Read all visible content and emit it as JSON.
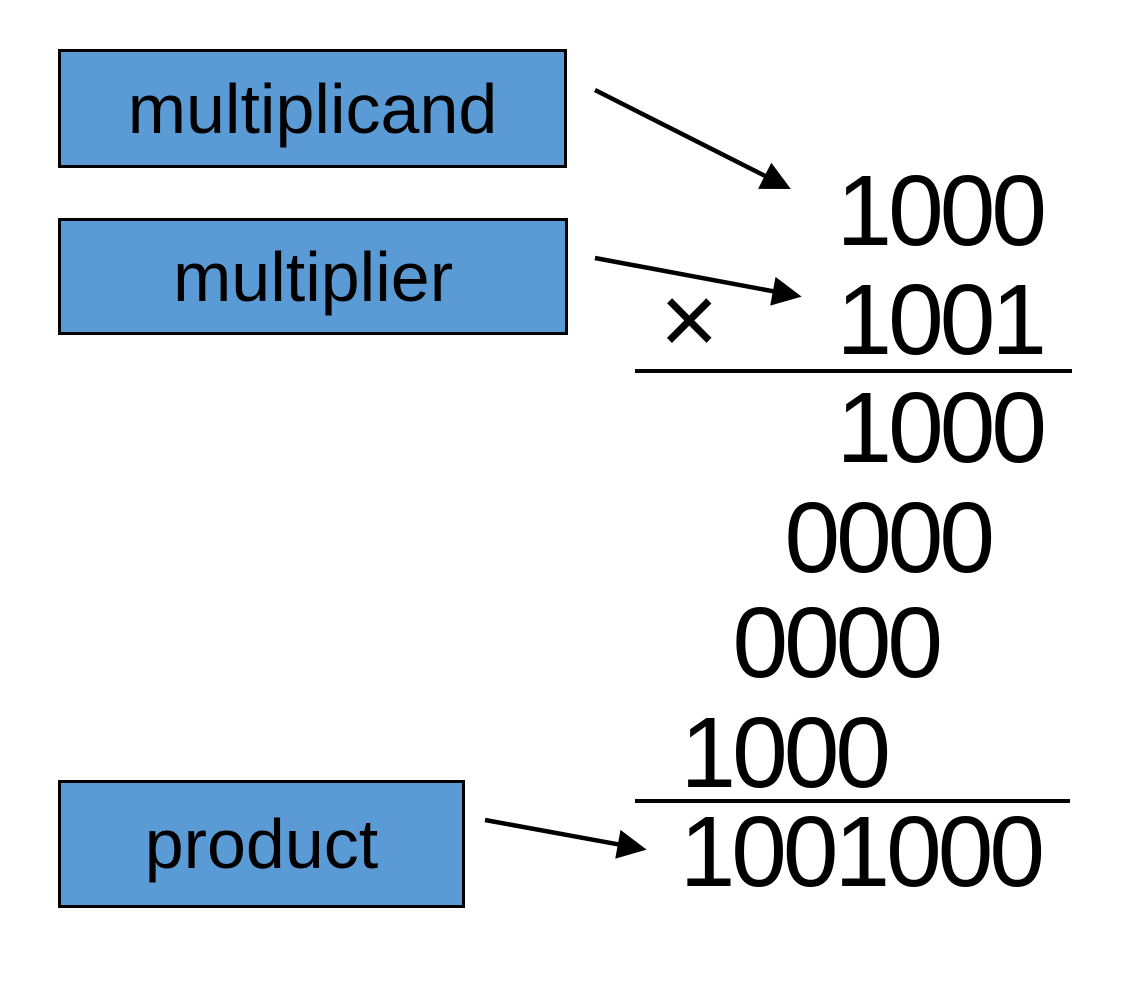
{
  "background": "#ffffff",
  "colors": {
    "box_fill": "#5b9bd5",
    "box_border": "#000000",
    "ink": "#000000"
  },
  "labels": {
    "multiplicand": "multiplicand",
    "multiplier": "multiplier",
    "product": "product"
  },
  "multiplication": {
    "multiplicand": "1000",
    "operator": "×",
    "multiplier": "1001",
    "partial_products": [
      "1000",
      "0000",
      "0000",
      "1000"
    ],
    "product": "1001000"
  }
}
